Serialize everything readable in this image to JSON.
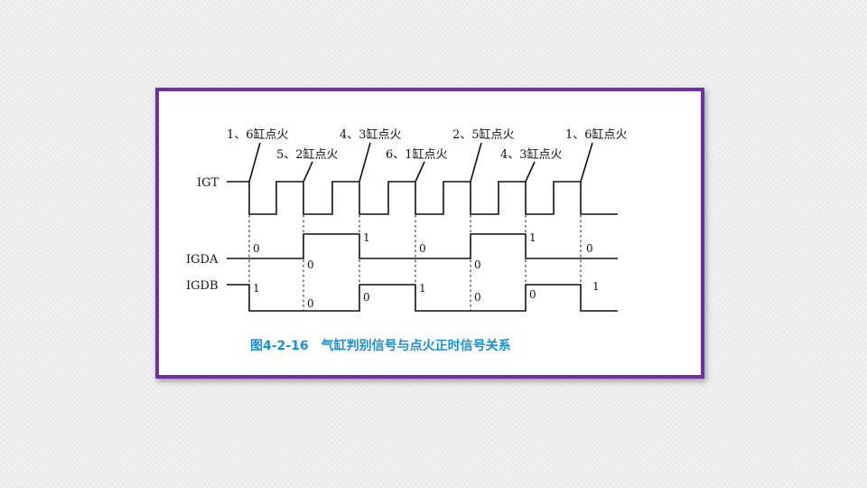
{
  "signals": {
    "igt": "IGT",
    "igda": "IGDA",
    "igdb": "IGDB"
  },
  "annotations": {
    "a1": "1、6缸点火",
    "a2": "5、2缸点火",
    "a3": "4、3缸点火",
    "a4": "6、1缸点火",
    "a5": "2、5缸点火",
    "a6": "4、3缸点火",
    "a7": "1、6缸点火"
  },
  "igda_bits": [
    "0",
    "0",
    "1",
    "0",
    "0",
    "1",
    "0"
  ],
  "igdb_bits": [
    "1",
    "0",
    "0",
    "1",
    "0",
    "0",
    "1"
  ],
  "caption": "图4-2-16　气缸判别信号与点火正时信号关系",
  "colors": {
    "frame": "#7030a0",
    "caption": "#1a8fd0",
    "line": "#111111"
  }
}
